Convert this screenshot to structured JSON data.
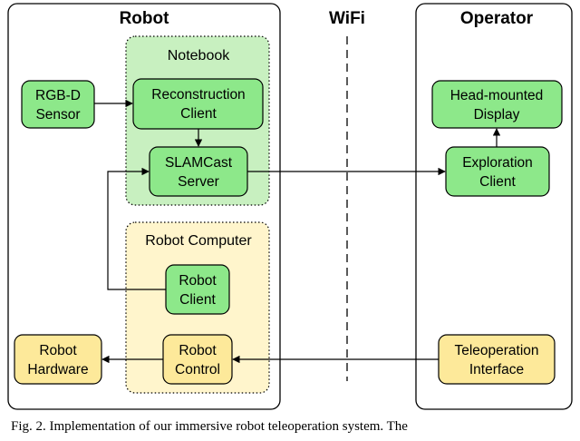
{
  "panels": {
    "robot": "Robot",
    "wifi": "WiFi",
    "operator": "Operator"
  },
  "groups": {
    "notebook": "Notebook",
    "robot_computer": "Robot Computer"
  },
  "nodes": {
    "rgbd_sensor": [
      "RGB-D",
      "Sensor"
    ],
    "reconstruction_client": [
      "Reconstruction",
      "Client"
    ],
    "slamcast_server": [
      "SLAMCast",
      "Server"
    ],
    "robot_client": [
      "Robot",
      "Client"
    ],
    "robot_control": [
      "Robot",
      "Control"
    ],
    "robot_hardware": [
      "Robot",
      "Hardware"
    ],
    "head_mounted_display": [
      "Head-mounted",
      "Display"
    ],
    "exploration_client": [
      "Exploration",
      "Client"
    ],
    "teleoperation_interface": [
      "Teleoperation",
      "Interface"
    ]
  },
  "colors": {
    "notebook_fill": "#c8f0c0",
    "robot_computer_fill": "#fff5cc",
    "green_node": "#8de88a",
    "yellow_node": "#fde99a"
  },
  "caption": "Fig. 2.  Implementation of our immersive robot teleoperation system. The"
}
